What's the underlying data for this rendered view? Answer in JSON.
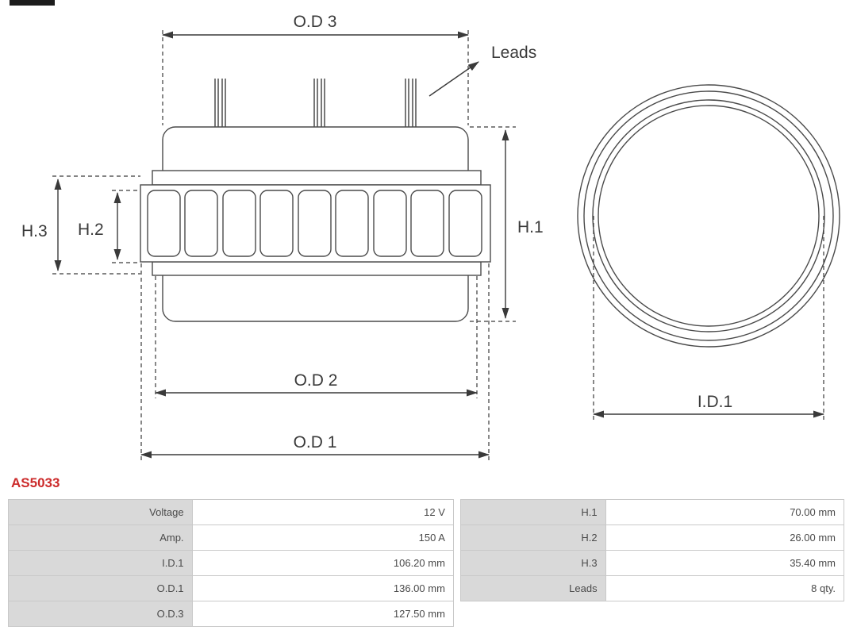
{
  "part_number": "AS5033",
  "accent_color": "#cc2b2b",
  "drawing": {
    "labels": {
      "od3": "O.D 3",
      "leads": "Leads",
      "h1": "H.1",
      "h2": "H.2",
      "h3": "H.3",
      "od2": "O.D 2",
      "od1": "O.D 1",
      "id1": "I.D.1"
    }
  },
  "spec_table": {
    "left_rows": [
      {
        "label": "Voltage",
        "value": "12 V"
      },
      {
        "label": "Amp.",
        "value": "150 A"
      },
      {
        "label": "I.D.1",
        "value": "106.20 mm"
      },
      {
        "label": "O.D.1",
        "value": "136.00 mm"
      },
      {
        "label": "O.D.3",
        "value": "127.50 mm"
      }
    ],
    "right_rows": [
      {
        "label": "H.1",
        "value": "70.00 mm"
      },
      {
        "label": "H.2",
        "value": "26.00 mm"
      },
      {
        "label": "H.3",
        "value": "35.40 mm"
      },
      {
        "label": "Leads",
        "value": "8 qty."
      },
      {
        "label": "",
        "value": ""
      }
    ]
  }
}
